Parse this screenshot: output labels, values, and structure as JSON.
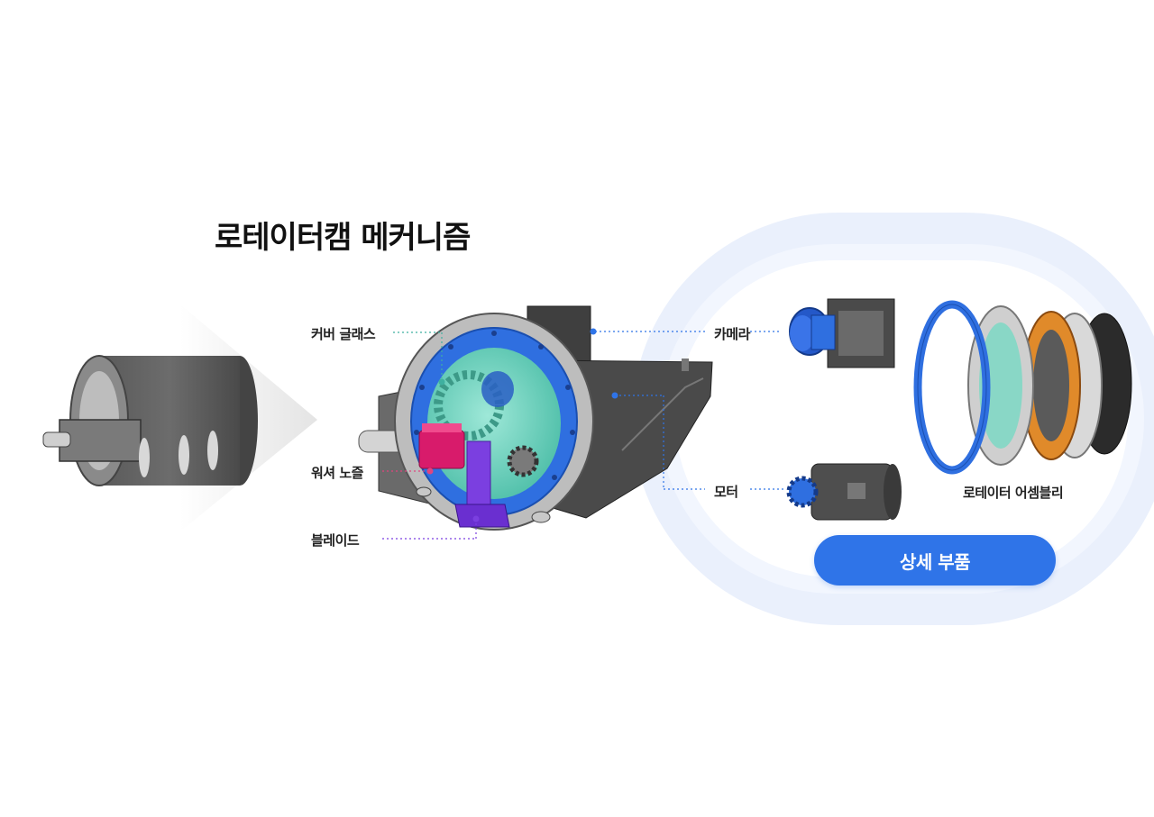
{
  "title": "로테이터캠 메커니즘",
  "labels": {
    "cover_glass": "커버 글래스",
    "washer_nozzle": "워셔 노즐",
    "blade": "블레이드",
    "camera": "카메라",
    "motor": "모터",
    "rotator_assembly": "로테이터 어셈블리"
  },
  "button": {
    "detail": "상세 부품"
  },
  "colors": {
    "accent": "#2f74e8",
    "cover_ring": "#2f6fe0",
    "glass": "#6fd6c4",
    "washer": "#d81b6b",
    "blade": "#7b3fe0",
    "orange_ring": "#e08a2a"
  }
}
